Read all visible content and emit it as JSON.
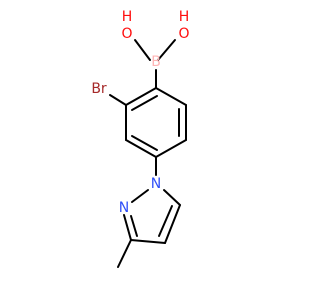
{
  "molecule": {
    "atoms": {
      "oh_left": {
        "text": "H",
        "text2": "O"
      },
      "oh_right": {
        "text": "H",
        "text2": "O"
      },
      "boron": {
        "text": "B"
      },
      "bromine": {
        "text": "Br"
      },
      "n1": {
        "text": "N"
      },
      "n2": {
        "text": "N"
      }
    },
    "colors": {
      "bond": "#000000",
      "oxygen": "#ff0d0d",
      "boron": "#ffb5b5",
      "bromine": "#a62929",
      "nitrogen": "#3050f8",
      "label_text_boron": "#ffb5b5"
    }
  }
}
